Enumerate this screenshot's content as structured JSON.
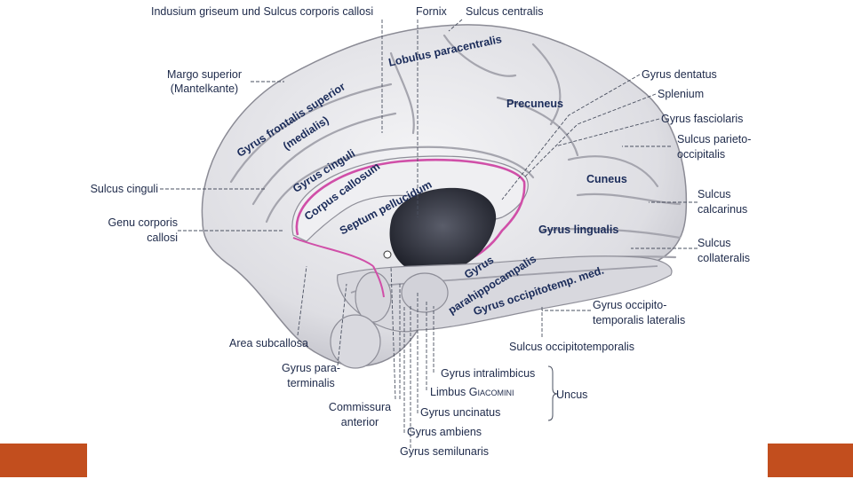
{
  "colors": {
    "accent_orange": "#C24E1E",
    "brain_fill": "#e6e6ea",
    "brain_shadow": "#9a9aa4",
    "corpus_highlight": "#d04fa8",
    "ventricle": "#2a2c36",
    "label_text": "#1e2a4a"
  },
  "labels": {
    "indusium": "Indusium griseum und Sulcus corporis callosi",
    "fornix": "Fornix",
    "sulcus_centralis": "Sulcus centralis",
    "margo_superior": "Margo superior",
    "mantelkante": "(Mantelkante)",
    "gyrus_dentatus": "Gyrus dentatus",
    "splenium": "Splenium",
    "gyrus_fasciolaris": "Gyrus fasciolaris",
    "sulcus_parieto": "Sulcus parieto-",
    "occipitalis": "occipitalis",
    "sulcus_cinguli": "Sulcus cinguli",
    "genu_corporis": "Genu corporis",
    "callosi": "callosi",
    "sulcus_calcarinus_1": "Sulcus",
    "sulcus_calcarinus_2": "calcarinus",
    "sulcus_collateralis_1": "Sulcus",
    "sulcus_collateralis_2": "collateralis",
    "gyrus_occipito_1": "Gyrus occipito-",
    "gyrus_occipito_2": "temporalis lateralis",
    "sulcus_occipitotemporalis": "Sulcus occipitotemporalis",
    "area_subcallosa": "Area subcallosa",
    "gyrus_para": "Gyrus para-",
    "terminalis": "terminalis",
    "gyrus_intralimbicus": "Gyrus intralimbicus",
    "limbus": "Limbus",
    "giacomini": "Giacomini",
    "uncus": "Uncus",
    "commissura": "Commissura",
    "anterior": "anterior",
    "gyrus_uncinatus": "Gyrus uncinatus",
    "gyrus_ambiens": "Gyrus ambiens",
    "gyrus_semilunaris": "Gyrus semilunaris"
  },
  "inner_labels": {
    "lobulus": "Lobulus paracentralis",
    "gfs_1": "Gyrus frontalis superior",
    "gfs_2": "(medialis)",
    "precuneus": "Precuneus",
    "gyrus_cinguli": "Gyrus cinguli",
    "corpus_callosum": "Corpus callosum",
    "septum": "Septum pellucidum",
    "cuneus": "Cuneus",
    "gyrus_lingualis": "Gyrus lingualis",
    "gyrus_parahippocampalis_1": "Gyrus",
    "gyrus_parahippocampalis_2": "parahippocampalis",
    "gyrus_occipitotemp": "Gyrus occipitotemp. med."
  }
}
